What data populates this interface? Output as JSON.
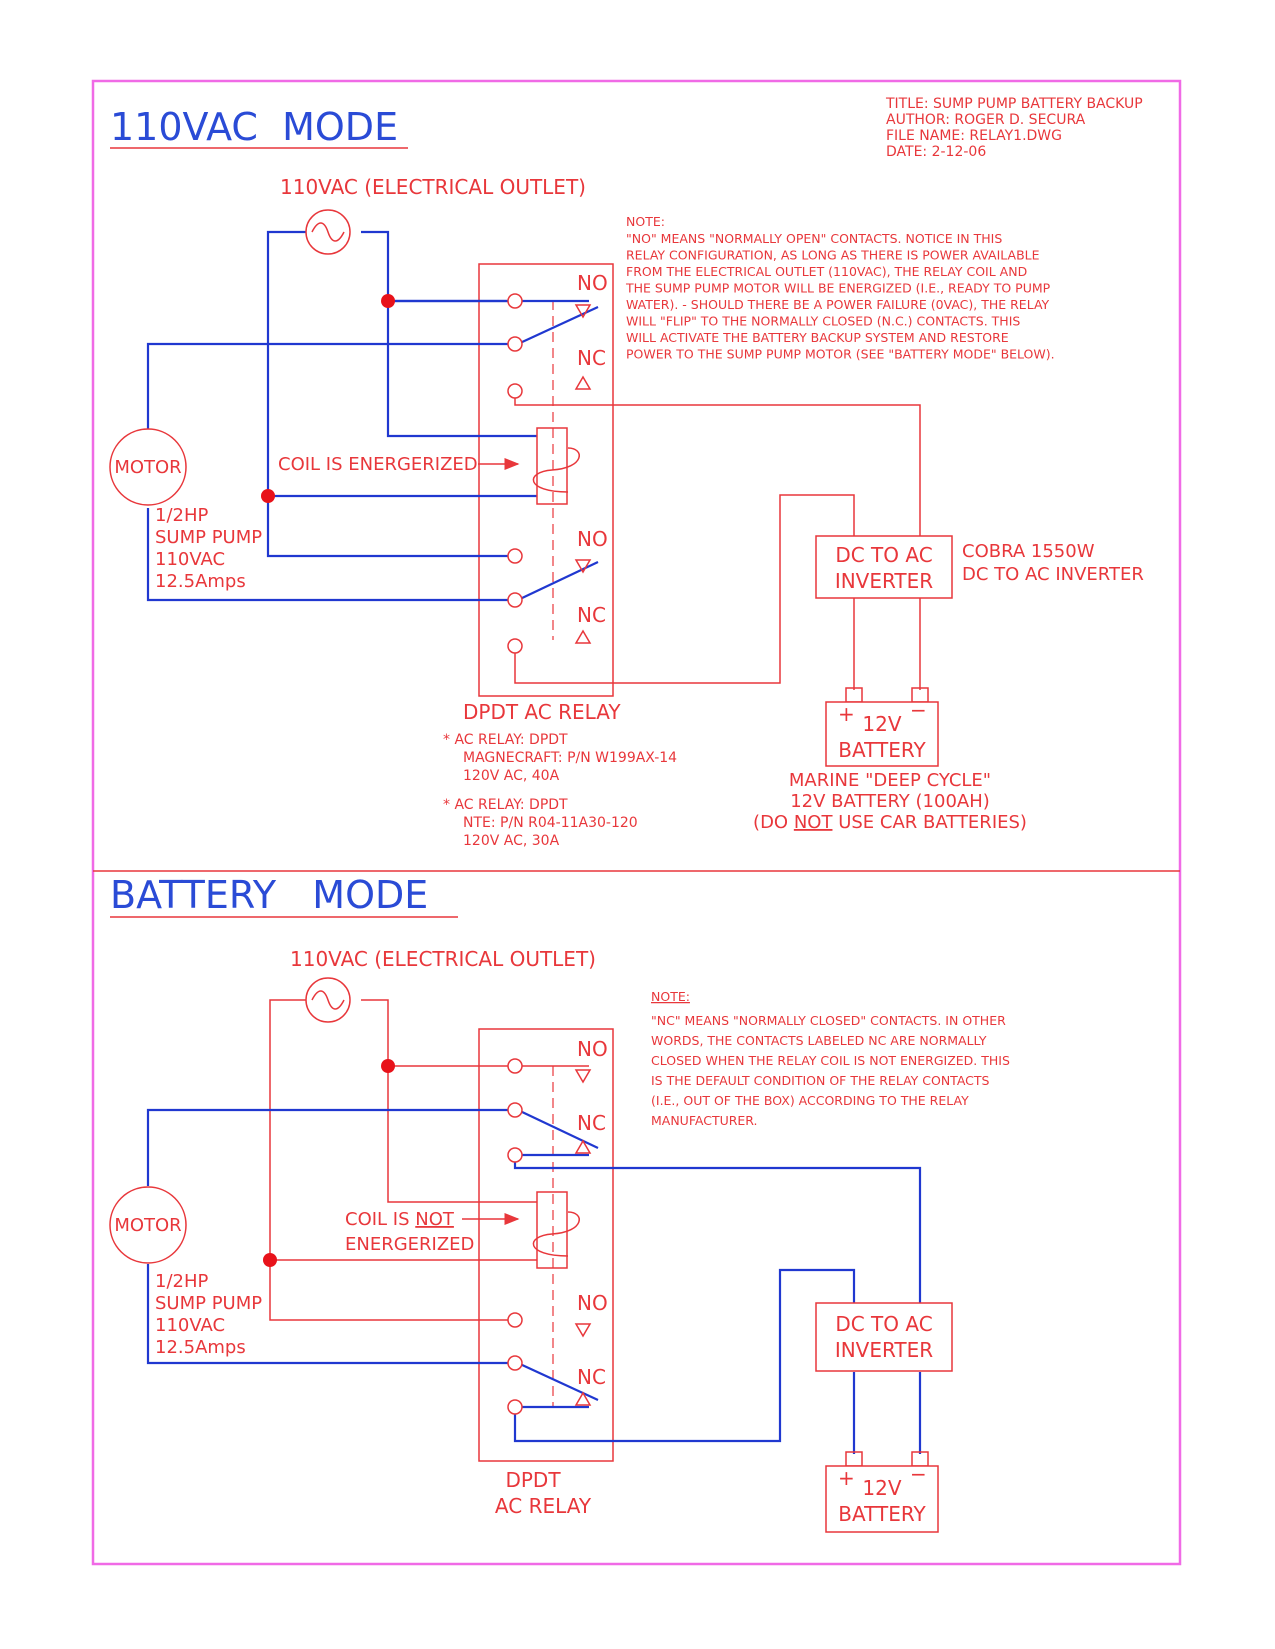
{
  "title_block": {
    "title": "TITLE: SUMP PUMP BATTERY BACKUP",
    "author": "AUTHOR: ROGER D. SECURA",
    "file_name": "FILE NAME: RELAY1.DWG",
    "date": "DATE: 2-12-06"
  },
  "colors": {
    "wire": "#2038d0",
    "line": "#e8373b",
    "border": "#f06ae6",
    "node": "#e8121a"
  },
  "mode1": {
    "heading": "110VAC  MODE",
    "outlet": "110VAC (ELECTRICAL OUTLET)",
    "note_head": "NOTE:",
    "note_lines": [
      "\"NO\" MEANS \"NORMALLY OPEN\" CONTACTS. NOTICE IN THIS",
      "RELAY CONFIGURATION, AS LONG AS THERE IS POWER AVAILABLE",
      "FROM THE ELECTRICAL OUTLET (110VAC), THE RELAY COIL AND",
      "THE SUMP PUMP MOTOR WILL BE ENERGIZED (I.E., READY TO PUMP",
      "WATER). - SHOULD THERE BE A POWER FAILURE (0VAC), THE RELAY",
      "WILL \"FLIP\" TO THE NORMALLY CLOSED (N.C.) CONTACTS. THIS",
      "WILL ACTIVATE THE BATTERY BACKUP SYSTEM AND RESTORE",
      "POWER TO THE SUMP PUMP MOTOR (SEE \"BATTERY MODE\" BELOW)."
    ],
    "motor": "MOTOR",
    "pump_lines": [
      "1/2HP",
      "SUMP PUMP",
      "110VAC",
      "12.5Amps"
    ],
    "coil_label": "COIL IS ENERGERIZED",
    "contact_no": "NO",
    "contact_nc": "NC",
    "inverter_line1": "DC TO AC",
    "inverter_line2": "INVERTER",
    "inverter_model1": "COBRA 1550W",
    "inverter_model2": "DC TO AC INVERTER",
    "battery_v": "12V",
    "battery_word": "BATTERY",
    "plus": "+",
    "minus": "−",
    "relay_title": "DPDT AC RELAY",
    "relay_spec1": [
      "* AC RELAY: DPDT",
      "MAGNECRAFT: P/N W199AX-14",
      "120V AC, 40A"
    ],
    "relay_spec2": [
      "* AC RELAY: DPDT",
      "NTE: P/N R04-11A30-120",
      "120V AC, 30A"
    ],
    "battery_note1": "MARINE \"DEEP CYCLE\"",
    "battery_note2": "12V BATTERY (100AH)",
    "battery_note3a": "(DO ",
    "battery_note3b": "NOT",
    "battery_note3c": " USE CAR BATTERIES)"
  },
  "mode2": {
    "heading": "BATTERY   MODE",
    "outlet": "110VAC (ELECTRICAL OUTLET)",
    "note_head": "NOTE:",
    "note_lines": [
      "\"NC\" MEANS \"NORMALLY CLOSED\" CONTACTS. IN OTHER",
      "WORDS, THE CONTACTS LABELED NC ARE NORMALLY",
      "CLOSED WHEN THE RELAY COIL IS NOT ENERGIZED. THIS",
      "IS THE DEFAULT CONDITION OF THE RELAY CONTACTS",
      "(I.E., OUT OF THE BOX) ACCORDING TO THE RELAY",
      "MANUFACTURER."
    ],
    "motor": "MOTOR",
    "pump_lines": [
      "1/2HP",
      "SUMP PUMP",
      "110VAC",
      "12.5Amps"
    ],
    "coil_a": "COIL IS ",
    "coil_b": "NOT",
    "coil_c": "ENERGERIZED",
    "contact_no": "NO",
    "contact_nc": "NC",
    "inverter_line1": "DC TO AC",
    "inverter_line2": "INVERTER",
    "battery_v": "12V",
    "battery_word": "BATTERY",
    "plus": "+",
    "minus": "−",
    "relay_line1": "DPDT",
    "relay_line2": "AC RELAY"
  }
}
